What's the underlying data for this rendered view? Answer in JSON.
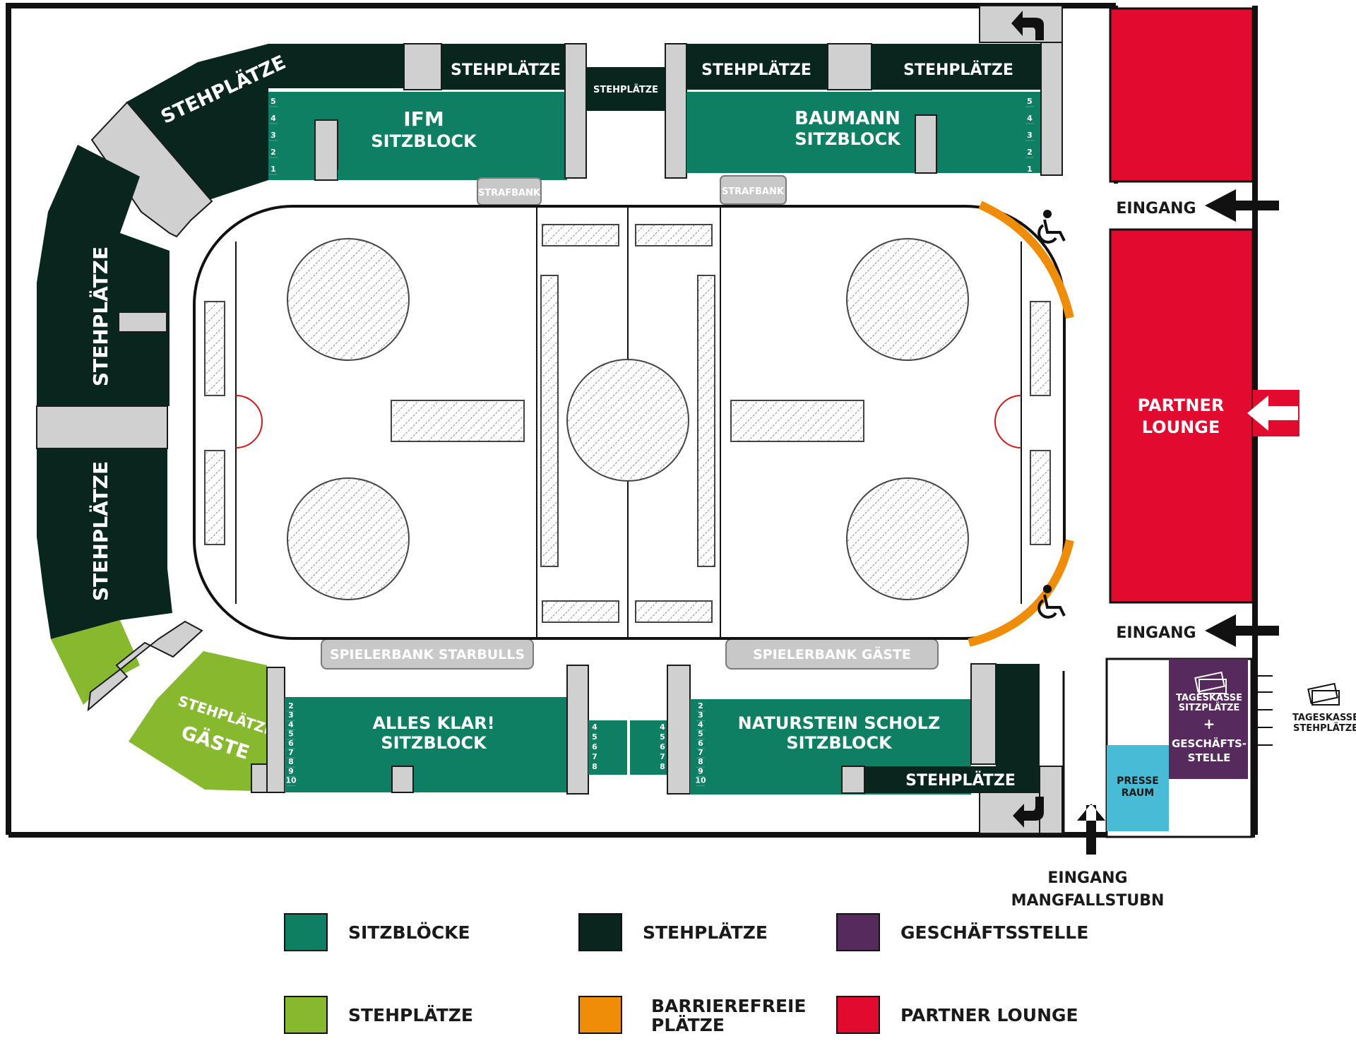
{
  "colors": {
    "sitzbloecke": "#0e7f63",
    "stehplaetze_dark": "#08261d",
    "stehplaetze_green": "#86b92e",
    "barrierefrei": "#ef8c08",
    "geschaeftsstelle": "#562a5c",
    "partner_lounge": "#e20a2f",
    "presse": "#48bcd7",
    "walkway": "#d2d2d2",
    "outline": "#111111"
  },
  "blocks": {
    "ifm": {
      "name": "IFM",
      "type": "SITZBLOCK",
      "rows": [
        "5",
        "4",
        "3",
        "2",
        "1"
      ]
    },
    "baumann": {
      "name": "BAUMANN",
      "type": "SITZBLOCK",
      "rows": [
        "5",
        "4",
        "3",
        "2",
        "1"
      ]
    },
    "alles_klar": {
      "name": "ALLES KLAR!",
      "type": "SITZBLOCK",
      "rows": [
        "2",
        "3",
        "4",
        "5",
        "6",
        "7",
        "8",
        "9",
        "10"
      ]
    },
    "naturstein": {
      "name": "NATURSTEIN SCHOLZ",
      "type": "SITZBLOCK",
      "rows": [
        "2",
        "3",
        "4",
        "5",
        "6",
        "7",
        "8",
        "9",
        "10"
      ]
    },
    "mini_rows": [
      "4",
      "5",
      "6",
      "7",
      "8"
    ]
  },
  "standing": {
    "corner_tl": "STEHPLÄTZE",
    "top_left": "STEHPLÄTZE",
    "top_center": "STEHPLÄTZE",
    "top_right_1": "STEHPLÄTZE",
    "top_right_2": "STEHPLÄTZE",
    "left_upper": "STEHPLÄTZE",
    "left_lower": "STEHPLÄTZE",
    "bottom_right": "STEHPLÄTZE",
    "guests_line1": "STEHPLÄTZE",
    "guests_line2": "GÄSTE"
  },
  "benches": {
    "penalty_1": "STRAFBANK",
    "penalty_2": "STRAFBANK",
    "home": "SPIELERBANK STARBULLS",
    "away": "SPIELERBANK GÄSTE"
  },
  "lounge": {
    "line1": "PARTNER",
    "line2": "LOUNGE"
  },
  "entrances": {
    "top": "EINGANG",
    "middle": "EINGANG",
    "bottom_line1": "EINGANG",
    "bottom_line2": "MANGFALLSTUBN"
  },
  "office": {
    "ticket_line1": "TAGESKASSE",
    "ticket_line2": "SITZPLÄTZE",
    "plus": "+",
    "office_line1": "GESCHÄFTS-",
    "office_line2": "STELLE",
    "press_line1": "PRESSE",
    "press_line2": "RAUM",
    "standing_ticket_line1": "TAGESKASSE",
    "standing_ticket_line2": "STEHPLÄTZE"
  },
  "legend": [
    {
      "label": "SITZBLÖCKE",
      "color": "#0e7f63"
    },
    {
      "label": "STEHPLÄTZE",
      "color": "#08261d"
    },
    {
      "label": "GESCHÄFTSSTELLE",
      "color": "#562a5c"
    },
    {
      "label": "STEHPLÄTZE",
      "color": "#86b92e"
    },
    {
      "label": "BARRIEREFREIE",
      "label2": "PLÄTZE",
      "color": "#ef8c08"
    },
    {
      "label": "PARTNER LOUNGE",
      "color": "#e20a2f"
    }
  ],
  "icons": [
    "wheelchair-icon",
    "ticket-icon",
    "arrow-left-icon",
    "arrow-up-icon",
    "u-turn-arrow-icon"
  ]
}
